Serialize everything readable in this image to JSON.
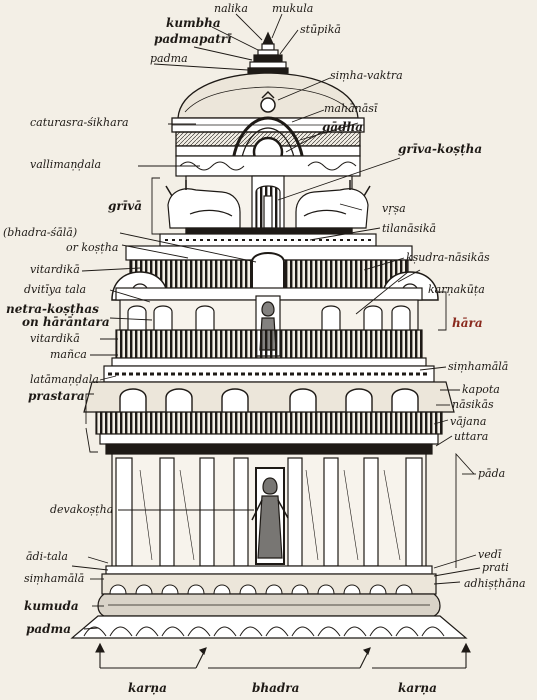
{
  "colors": {
    "paper": "#f3efe6",
    "ink": "#1e1a16",
    "wash": "#d9d3c8",
    "accent": "#8a2a1e"
  },
  "labels": {
    "nalika": "nalika",
    "mukula": "mukula",
    "kumbha": "kumbha",
    "padmapatri": "padmapatrī",
    "stupika": "stūpikā",
    "padma_top": "padma",
    "simha_vaktra": "siṃha-vaktra",
    "mahanasi": "mahānāsī",
    "caturasra_sikhara": "caturasra-śikhara",
    "gadha": "gāḍha",
    "vallimandala": "vallimaṇḍala",
    "griva_kostha": "grīva-koṣṭha",
    "griva": "grīvā",
    "vrsa": "vṛṣa",
    "bhadra_sala": "(bhadra-śālā)",
    "or_kostha": "or koṣṭha",
    "tilanasika": "tilanāsikā",
    "ksudra_nasikas": "kṣudra-nāsikās",
    "vitardika_1": "vitardikā",
    "dvitiya_tala": "dvitīya tala",
    "karnakuta": "karṇakūṭa",
    "netra_kosthas": "netra-koṣṭhas",
    "on_harantara": "on hārāntara",
    "hara": "hāra",
    "vitardika_2": "vitardikā",
    "manca": "mañca",
    "simhamala_upper": "siṃhamālā",
    "latamandala": "latāmaṇḍala",
    "kapota": "kapota",
    "prastara": "prastara",
    "nasikas": "nāsikās",
    "vajana": "vājana",
    "uttara": "uttara",
    "pada": "pāda",
    "devakostha": "devakoṣṭha",
    "adi_tala": "ādi-tala",
    "vedi": "vedī",
    "simhamala_lower": "siṃhamālā",
    "prati": "prati",
    "adhisthana": "adhiṣṭhāna",
    "kumuda": "kumuda",
    "padma_base": "padma",
    "karna_left": "karṇa",
    "bhadra": "bhadra",
    "karna_right": "karṇa"
  }
}
